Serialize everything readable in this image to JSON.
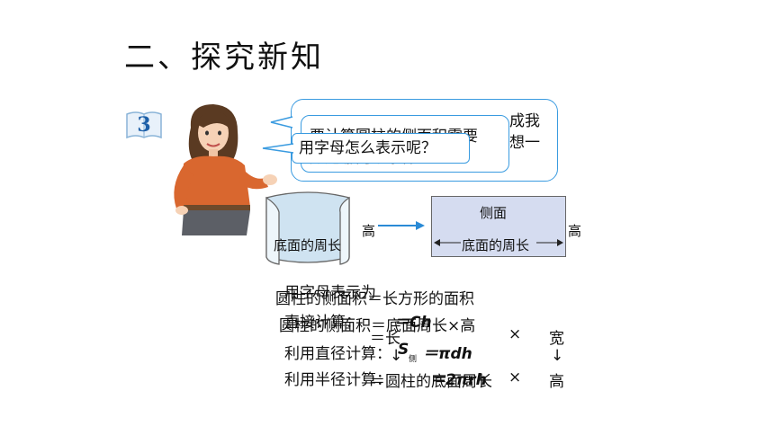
{
  "title": "二、探究新知",
  "badge": {
    "number": "3"
  },
  "bubbles": {
    "back_line1": "要计算圆柱的侧面积需要",
    "back_line2": "知道哪两个条件？",
    "back_right_line1": "成我",
    "back_right_line2": "想一",
    "front": "用字母怎么表示呢？"
  },
  "figure": {
    "cylinder_circumference": "底面的周长",
    "cylinder_height": "高",
    "rect_top": "侧面",
    "rect_bottom": "底面的周长",
    "rect_height": "高"
  },
  "formulas": {
    "use_letters": "用字母表示为",
    "lateral_equals_rect": "圆柱的侧面积＝长方形的面积",
    "direct_calc": "直接计算：",
    "lateral_formula": "圆柱的侧面积＝底面周长×高",
    "eq_long": "＝长",
    "times1": "×",
    "width": "宽",
    "arrow1": "↓",
    "arrow2": "↓",
    "diameter_calc": "利用直径计算：",
    "s_symbol": "S",
    "s_sub": "侧",
    "eq_pidh": "＝πdh",
    "radius_calc": "利用半径计算：",
    "eq_base_circ": "＝圆柱的底面周长",
    "times2": "×",
    "height": "高",
    "eq_2pirh": "＝2πrh",
    "eq_ch": "＝Ch"
  }
}
